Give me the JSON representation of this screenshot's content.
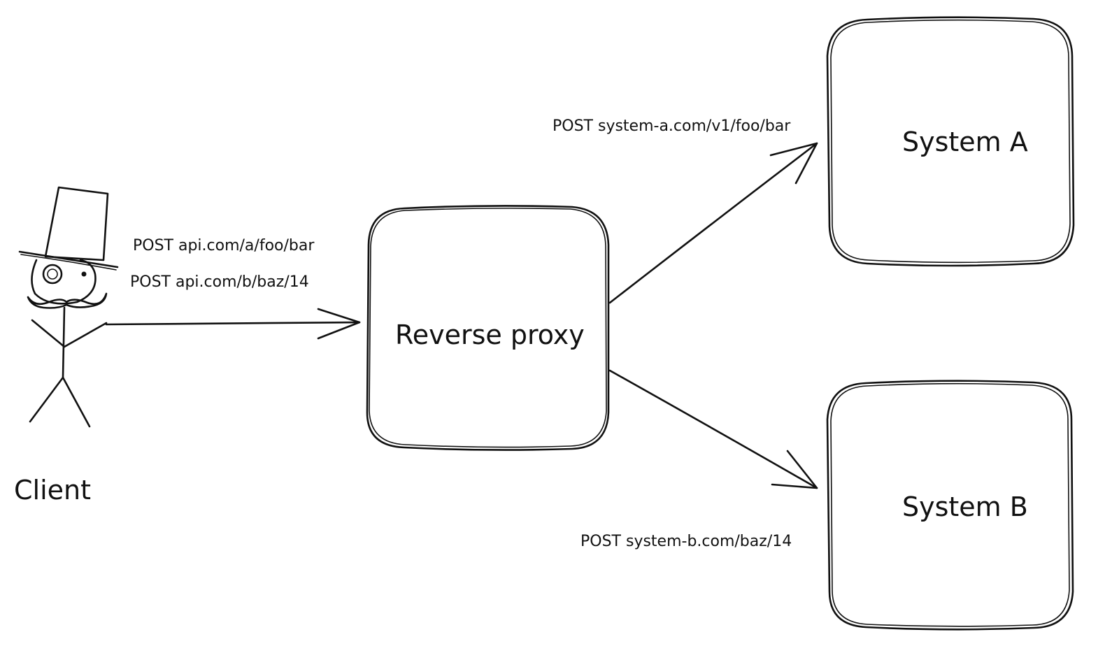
{
  "nodes": {
    "proxy": {
      "label": "Reverse proxy"
    },
    "system_a": {
      "label": "System A"
    },
    "system_b": {
      "label": "System B"
    }
  },
  "client": {
    "label": "Client"
  },
  "edges": {
    "client_to_proxy": {
      "labels": [
        "POST api.com/a/foo/bar",
        "POST api.com/b/baz/14"
      ]
    },
    "proxy_to_a": {
      "label": "POST system-a.com/v1/foo/bar"
    },
    "proxy_to_b": {
      "label": "POST system-b.com/baz/14"
    }
  },
  "icons": {
    "client_figure": "stick-figure-top-hat-monocle-icon"
  },
  "colors": {
    "ink": "#111111",
    "background": "#ffffff"
  }
}
